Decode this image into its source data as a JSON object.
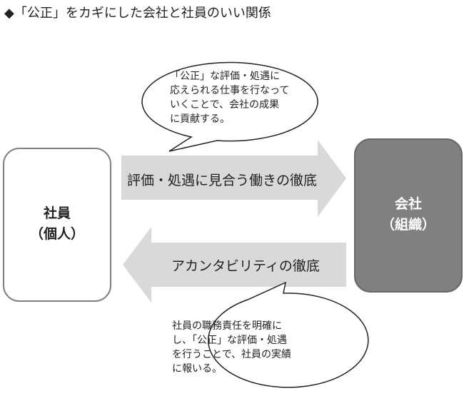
{
  "title": "◆「公正」をカギにした会社と社員のいい関係",
  "employee_box": {
    "line1": "社員",
    "line2": "（個人）"
  },
  "company_box": {
    "line1": "会社",
    "line2": "（組織）"
  },
  "arrow_right": {
    "label": "評価・処遇に見合う働きの徹底"
  },
  "arrow_left": {
    "label": "アカンタビリティの徹底"
  },
  "bubble_top": {
    "lines": [
      "「公正」な評価・処遇に",
      "応えられる仕事を行なって",
      "いくことで、会社の成果",
      "に貢献する。"
    ]
  },
  "bubble_bottom": {
    "lines": [
      "社員の職務責任を明確に",
      "し、「公正」な評価・処遇",
      "を行うことで、社員の実績",
      "に報いる。"
    ]
  },
  "colors": {
    "employee_fill": "#ffffff",
    "company_fill": "#808080",
    "arrow_fill": "#d9d9d9",
    "outline": "#7f7f7f"
  }
}
